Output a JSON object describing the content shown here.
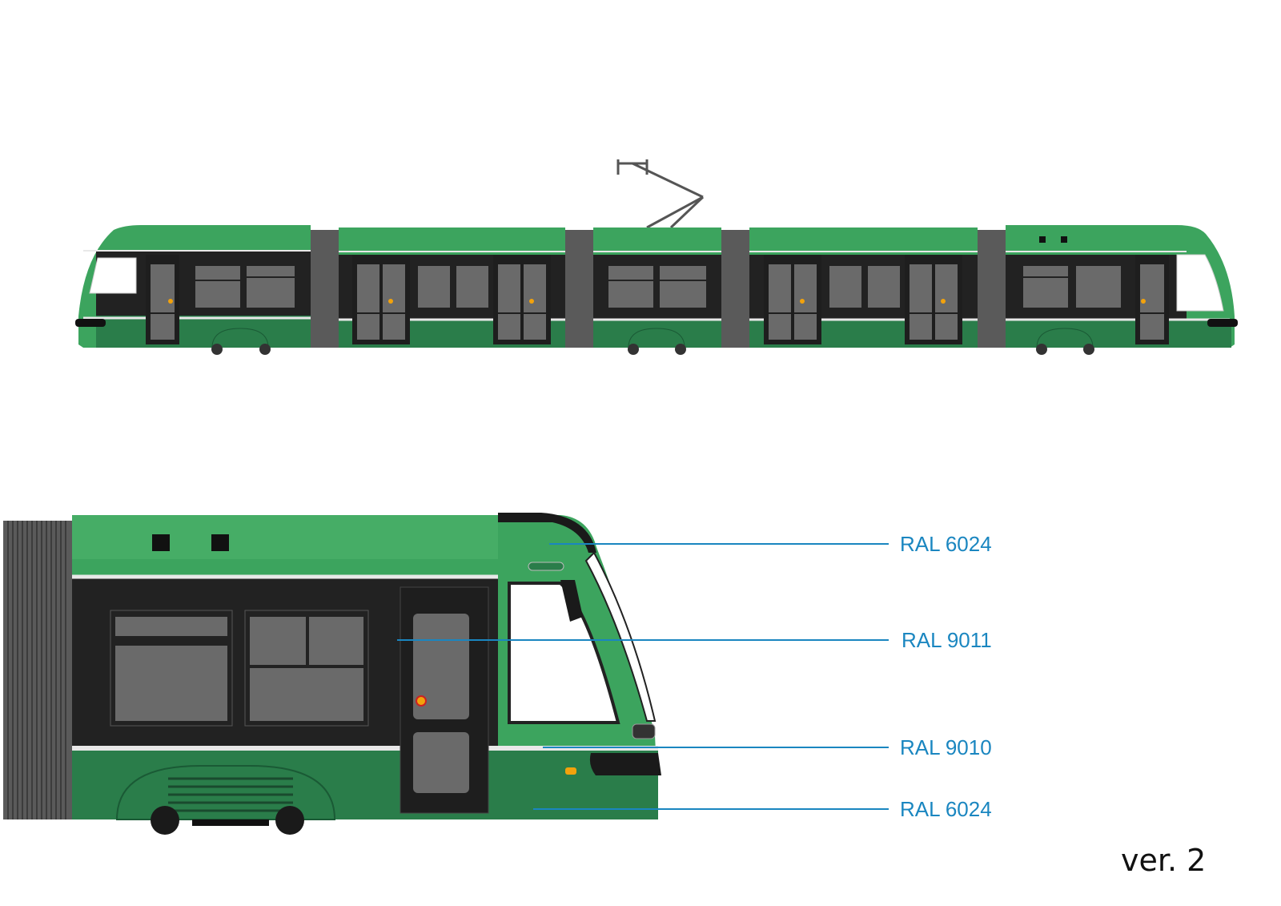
{
  "colors": {
    "body_green": "#3ca45e",
    "upper_green": "#46ad66",
    "lower_green": "#2a7d4a",
    "window_band": "#222222",
    "glass": "#6a6a6a",
    "bellows": "#5a5a5a",
    "stripe": "#e8e8e8",
    "callout": "#1a86c0",
    "lamp": "#f2a20c"
  },
  "callouts": [
    {
      "label": "RAL 6024"
    },
    {
      "label": "RAL 9011"
    },
    {
      "label": "RAL 9010"
    },
    {
      "label": "RAL 6024"
    }
  ],
  "version": "ver. 2"
}
